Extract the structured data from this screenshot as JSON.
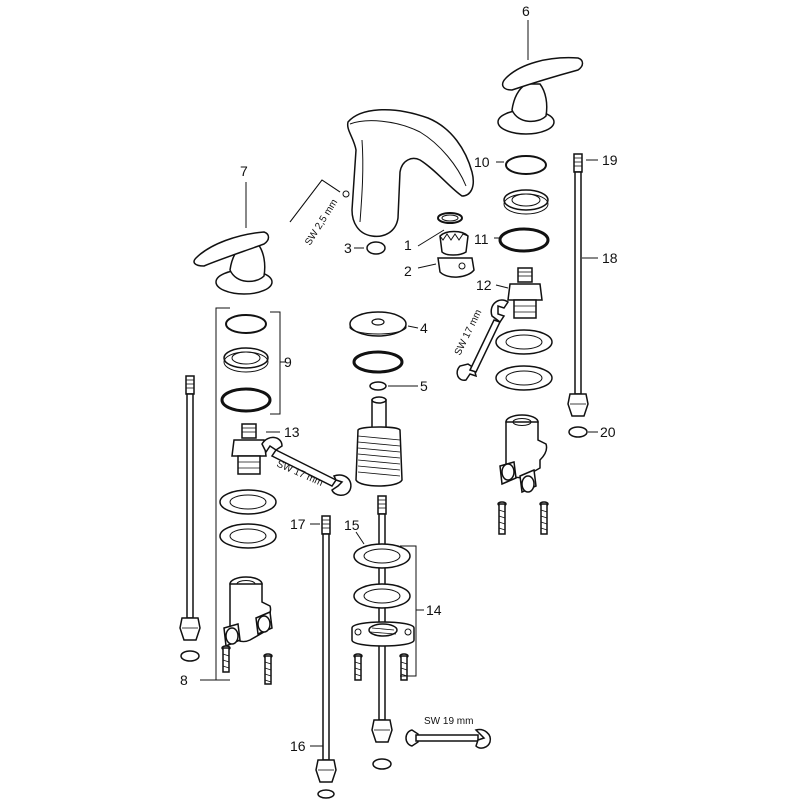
{
  "diagram": {
    "part_numbers": {
      "p1": "1",
      "p2": "2",
      "p3": "3",
      "p4": "4",
      "p5": "5",
      "p6": "6",
      "p7": "7",
      "p8": "8",
      "p9": "9",
      "p10": "10",
      "p11": "11",
      "p12": "12",
      "p13": "13",
      "p14": "14",
      "p15": "15",
      "p16": "16",
      "p17": "17",
      "p18": "18",
      "p19": "19",
      "p20": "20"
    },
    "tool_labels": {
      "hex_key": "SW 2,5 mm",
      "wrench_right": "SW 17 mm",
      "wrench_left": "SW 17 mm",
      "wrench_bottom": "SW 19 mm"
    }
  }
}
